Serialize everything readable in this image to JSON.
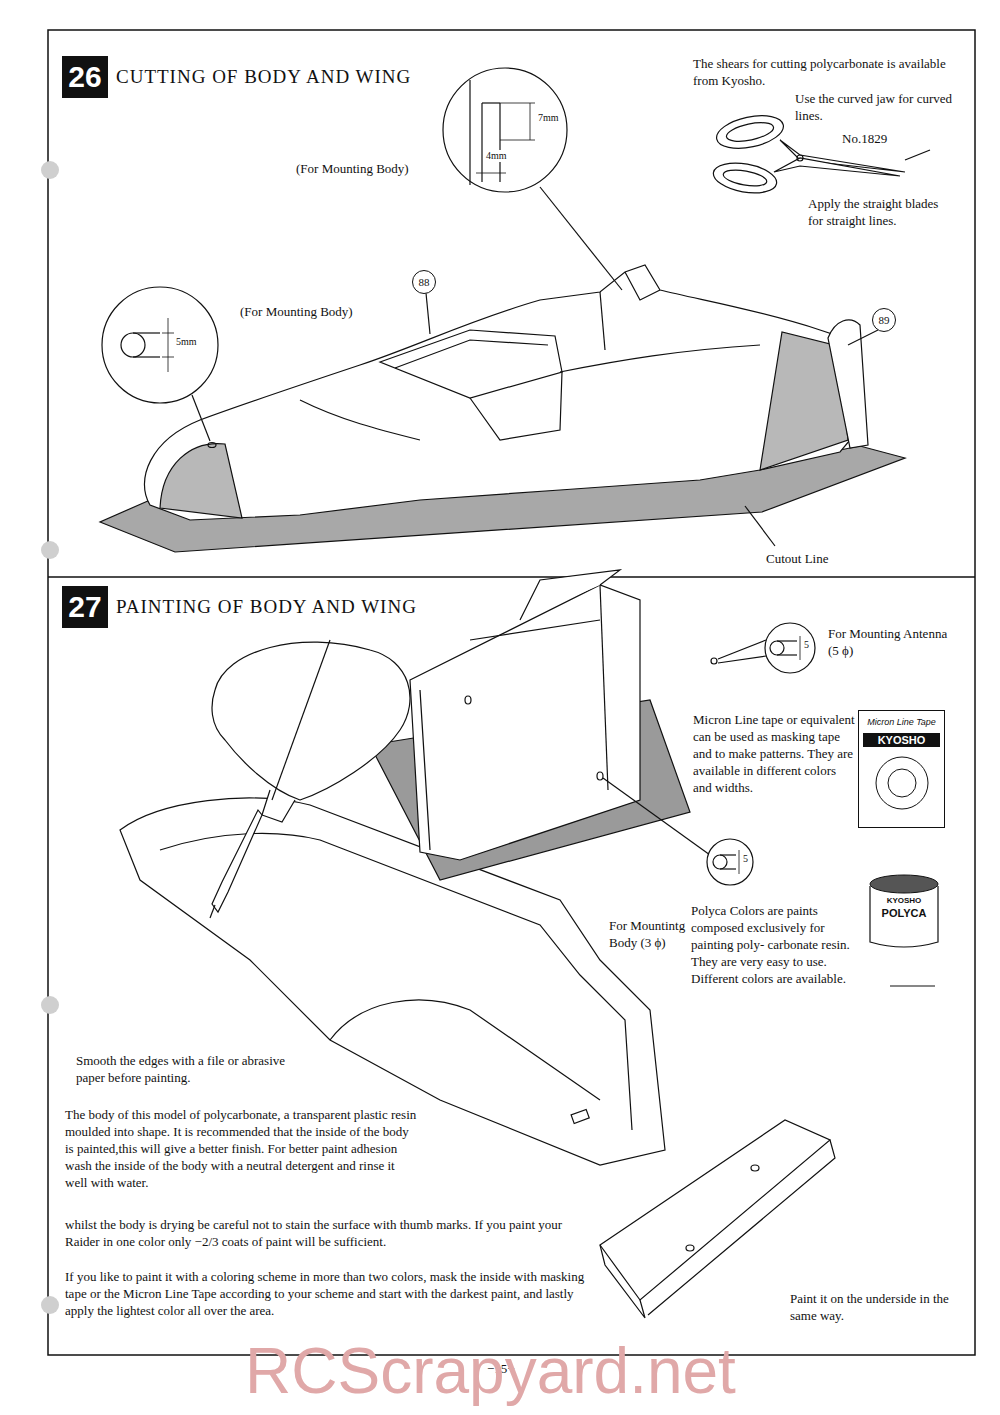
{
  "diagram": {
    "nodes": [
      {
        "text": [
          "26",
          "CUTTING OF BODY AND WING"
        ]
      },
      {
        "text": [
          "88"
        ]
      },
      {
        "text": [
          "89"
        ]
      },
      {
        "text": [
          "27",
          "PAINTING OF BODY AND WING"
        ]
      },
      {
        "text": [
          "Micron Line Tape",
          "KYOSHO"
        ]
      },
      {
        "text": [
          "KYOSHO",
          "POLYCA"
        ]
      }
    ],
    "labels": [
      "The shears for cutting polycarbonate is available from Kyosho.",
      "Use the curved jaw for curved lines.",
      "No.1829",
      "Apply the straight blades for straight lines.",
      "7mm",
      "4mm",
      "(For Mounting Body)",
      "5mm",
      "(For Mounting Body)",
      "Cutout Line",
      "For Mounting Antenna (5 ϕ)",
      "5",
      "Micron Line tape or equivalent can be used as masking tape and to make patterns. They are available in different colors and widths.",
      "5",
      "For Mountintg Body (3 ϕ)",
      "Polyca Colors are paints composed exclusively for painting poly- carbonate resin. They are very easy to use. Different colors are available.",
      "Smooth the edges with a file or abrasive paper before painting.",
      "The body of this model of polycarbonate, a transparent plastic resin moulded into shape. It is recommended that the inside of the body is painted,this will give a better finish. For better paint adhesion wash the inside of the body with a neutral detergent and rinse it well with water.",
      "whilst the body is drying be careful not to stain the surface with thumb marks. If you paint your Raider in one color only −2/3 coats of paint will be sufficient.",
      "If you like to paint it with a coloring scheme in more than two colors, mask the inside with masking tape or the Micron Line Tape according to your scheme and start with the darkest paint, and lastly apply the lightest color all over the area.",
      "Paint it on the underside in the same way.",
      "−15−",
      "RCScrapyard.net"
    ]
  }
}
